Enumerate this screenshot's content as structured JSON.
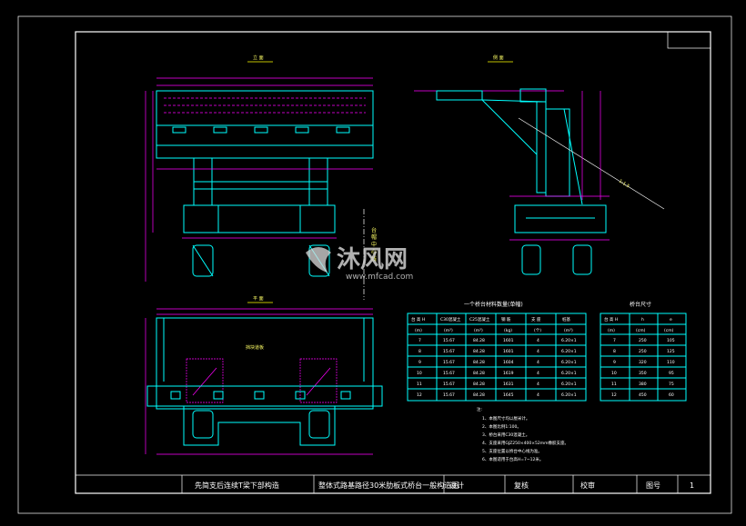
{
  "views": {
    "front_title": "立 面",
    "side_title": "侧 面",
    "plan_title": "平 面",
    "plan_label": "挡块道板",
    "centerline_label": "台 帽 中 心 线",
    "side_slope": "1:1.5"
  },
  "material_table": {
    "title": "一个桥台材料数量(单幅)",
    "headers": [
      "台 高 H",
      "C30混凝土",
      "C25混凝土",
      "钢 筋",
      "支 座",
      "桩基"
    ],
    "units": [
      "(m)",
      "(m³)",
      "(m³)",
      "(kg)",
      "(个)",
      "(m³)"
    ],
    "rows": [
      [
        "7",
        "15.67",
        "84.28",
        "1601",
        "4",
        "6.20×1"
      ],
      [
        "8",
        "15.67",
        "84.28",
        "1601",
        "4",
        "6.20×1"
      ],
      [
        "9",
        "15.67",
        "84.28",
        "1604",
        "4",
        "6.20×1"
      ],
      [
        "10",
        "15.67",
        "84.28",
        "1619",
        "4",
        "6.20×1"
      ],
      [
        "11",
        "15.67",
        "84.28",
        "1631",
        "4",
        "6.20×1"
      ],
      [
        "12",
        "15.67",
        "84.28",
        "1645",
        "4",
        "6.20×1"
      ]
    ]
  },
  "dim_table": {
    "title": "桥台尺寸",
    "headers": [
      "台 高 H",
      "h",
      "e"
    ],
    "units": [
      "(m)",
      "(cm)",
      "(cm)"
    ],
    "rows": [
      [
        "7",
        "250",
        "105"
      ],
      [
        "8",
        "250",
        "125"
      ],
      [
        "9",
        "320",
        "110"
      ],
      [
        "10",
        "350",
        "95"
      ],
      [
        "11",
        "380",
        "75"
      ],
      [
        "12",
        "450",
        "60"
      ]
    ]
  },
  "notes": {
    "heading": "注:",
    "lines": [
      "1、本图尺寸均以厘米计。",
      "2、本图比例1:100。",
      "3、桥台采用C30混凝土。",
      "4、支座采用GJZ250×400×52mm橡胶支座。",
      "5、支座位置以桥台中心线为准。",
      "6、本图适用于台高H=7~12米。"
    ]
  },
  "title_block": {
    "project": "先简支后连续T梁下部构造",
    "drawing_name": "整体式路基路径30米肋板式桥台一般构造图",
    "design": "设计",
    "check": "复核",
    "review": "校审",
    "drawing_no_label": "图号",
    "drawing_no": "1"
  },
  "watermark": {
    "brand": "沐风网",
    "url": "www.mfcad.com"
  },
  "colors": {
    "background": "#000000",
    "frame": "#ffffff",
    "structure": "#00ffff",
    "dimension": "#ff00ff",
    "text": "#ffff66"
  }
}
